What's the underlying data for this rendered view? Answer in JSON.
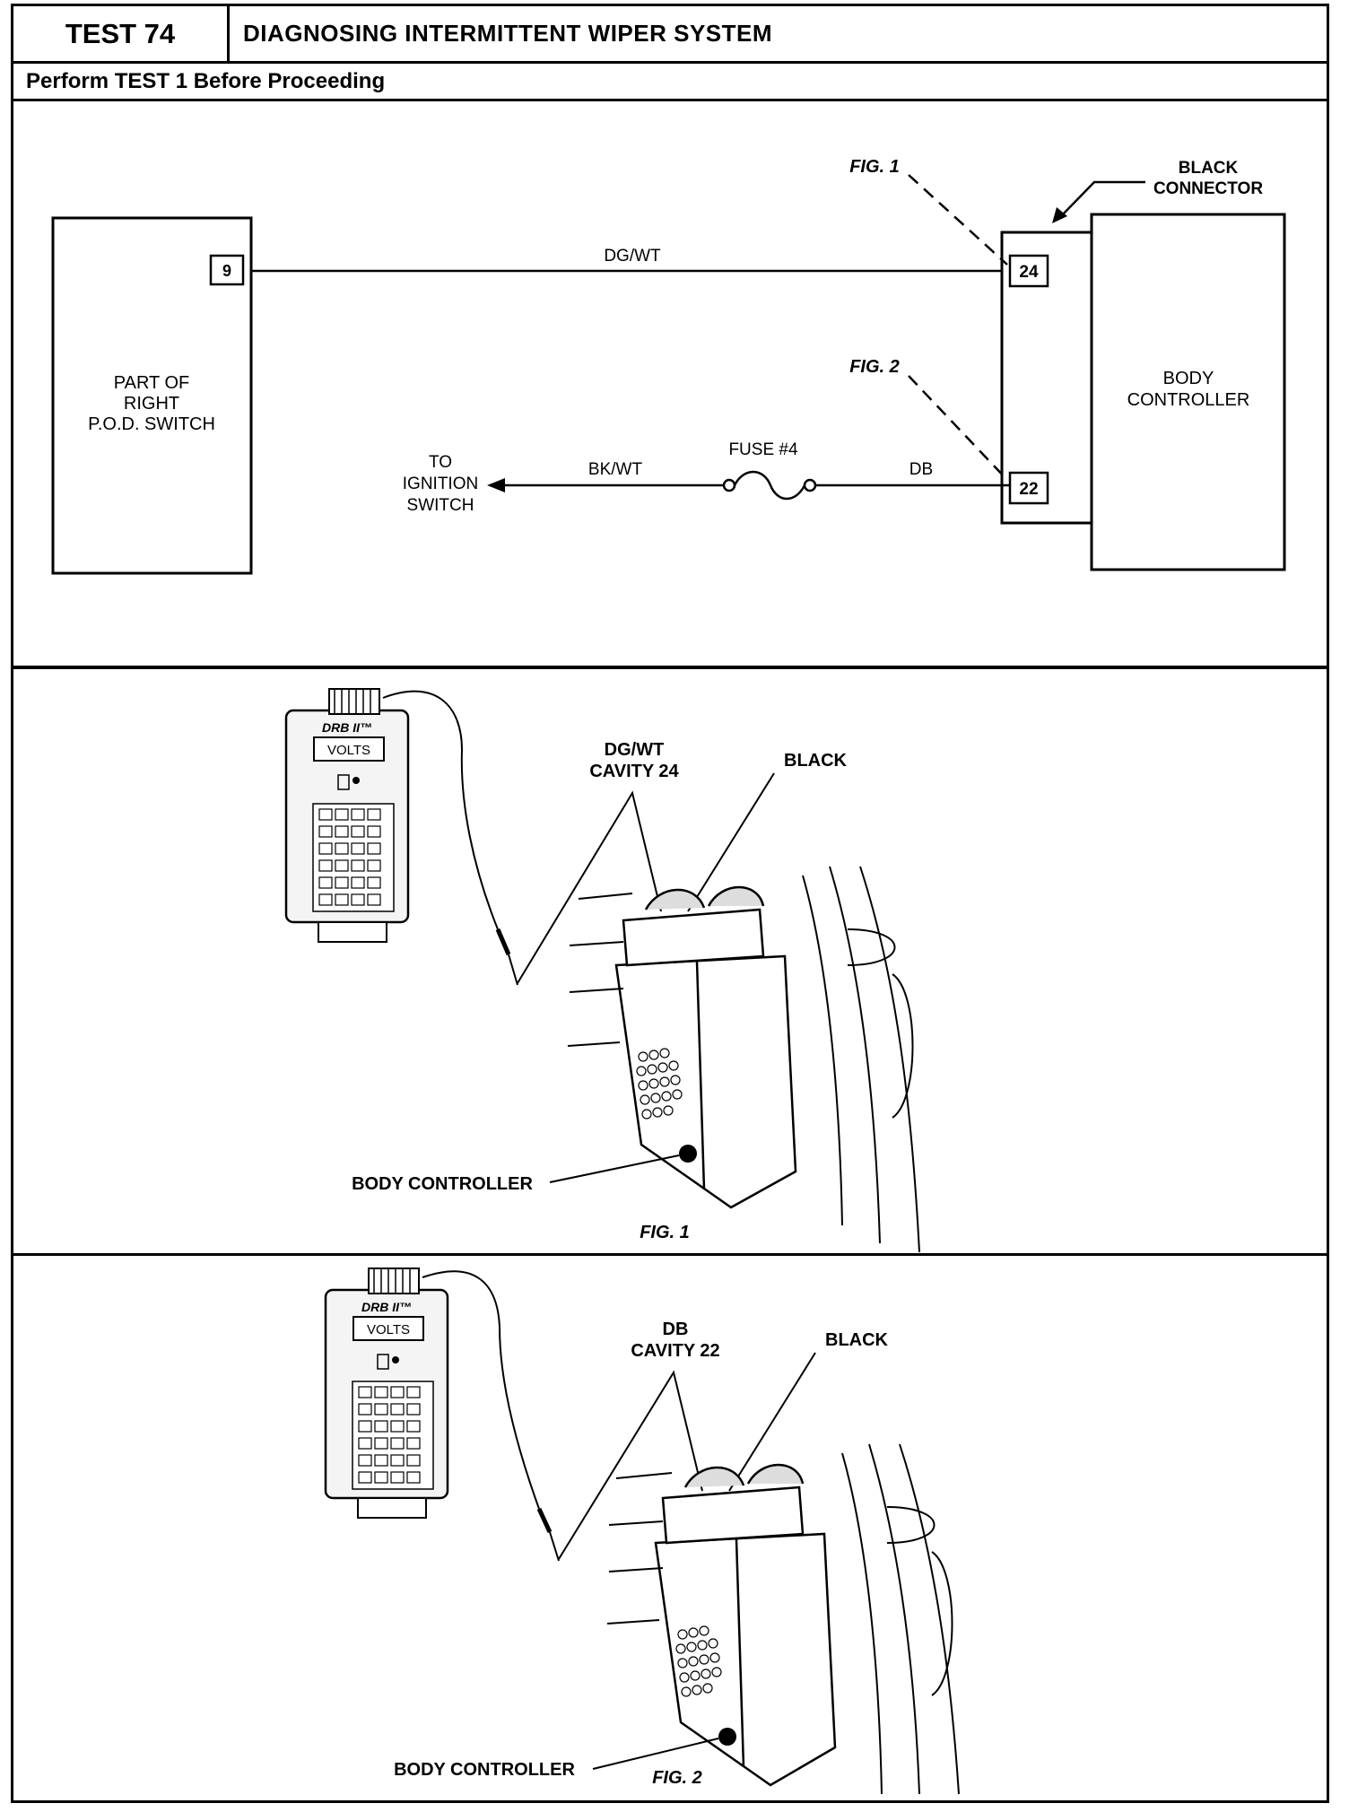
{
  "header": {
    "test_label": "TEST 74",
    "title": "DIAGNOSING INTERMITTENT WIPER SYSTEM",
    "prerequisite": "Perform TEST 1 Before Proceeding"
  },
  "schematic": {
    "switch_label": [
      "PART OF",
      "RIGHT",
      "P.O.D. SWITCH"
    ],
    "switch_pin": "9",
    "controller_label": [
      "BODY",
      "CONTROLLER"
    ],
    "connector_label": [
      "BLACK",
      "CONNECTOR"
    ],
    "pin_top": "24",
    "pin_bottom": "22",
    "wire_top": "DG/WT",
    "wire_left": "BK/WT",
    "wire_right": "DB",
    "fuse_label": "FUSE #4",
    "ignition_label": [
      "TO",
      "IGNITION",
      "SWITCH"
    ],
    "fig1_callout": "FIG. 1",
    "fig2_callout": "FIG. 2"
  },
  "figure1": {
    "tester_brand": "DRB II™",
    "tester_display": "VOLTS",
    "cavity_label": [
      "DG/WT",
      "CAVITY 24"
    ],
    "connector_label": "BLACK",
    "controller_label": "BODY CONTROLLER",
    "caption": "FIG. 1"
  },
  "figure2": {
    "tester_brand": "DRB II™",
    "tester_display": "VOLTS",
    "cavity_label": [
      "DB",
      "CAVITY 22"
    ],
    "connector_label": "BLACK",
    "controller_label": "BODY CONTROLLER",
    "caption": "FIG. 2"
  }
}
